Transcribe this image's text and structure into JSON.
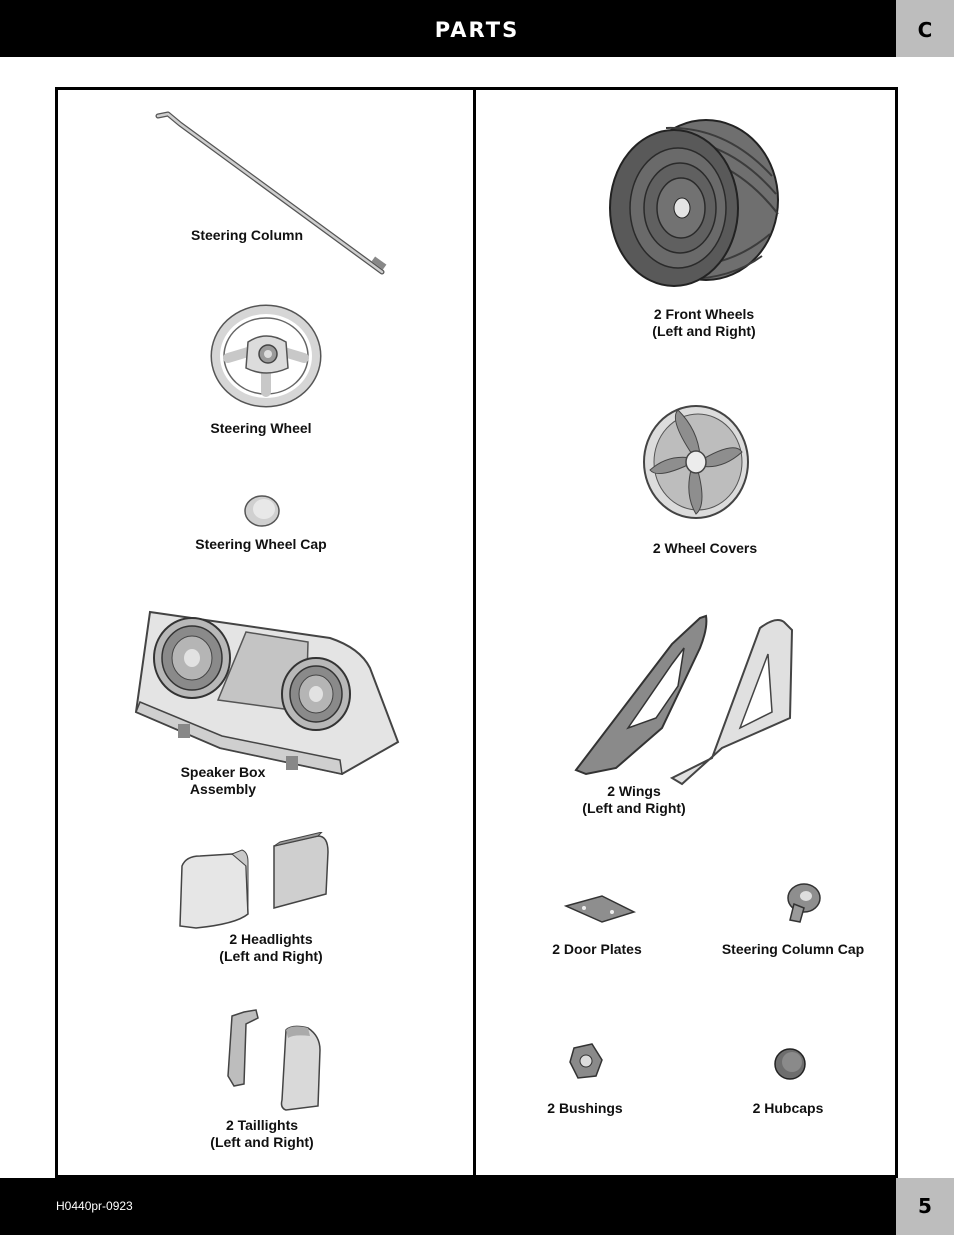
{
  "header": {
    "title": "PARTS",
    "section": "C"
  },
  "left_column": {
    "steering_column": "Steering Column",
    "steering_wheel": "Steering Wheel",
    "steering_wheel_cap": "Steering Wheel Cap",
    "speaker_box": [
      "Speaker Box",
      "Assembly"
    ],
    "headlights": [
      "2 Headlights",
      "(Left and Right)"
    ],
    "taillights": [
      "2 Taillights",
      "(Left and Right)"
    ]
  },
  "right_column": {
    "front_wheels": [
      "2 Front Wheels",
      "(Left and Right)"
    ],
    "wheel_covers": "2 Wheel Covers",
    "wings": [
      "2 Wings",
      "(Left and Right)"
    ],
    "door_plates": "2 Door Plates",
    "steering_column_cap": "Steering Column Cap",
    "bushings": "2 Bushings",
    "hubcaps": "2 Hubcaps"
  },
  "footer": {
    "code": "H0440pr-0923",
    "page_number": "5"
  }
}
